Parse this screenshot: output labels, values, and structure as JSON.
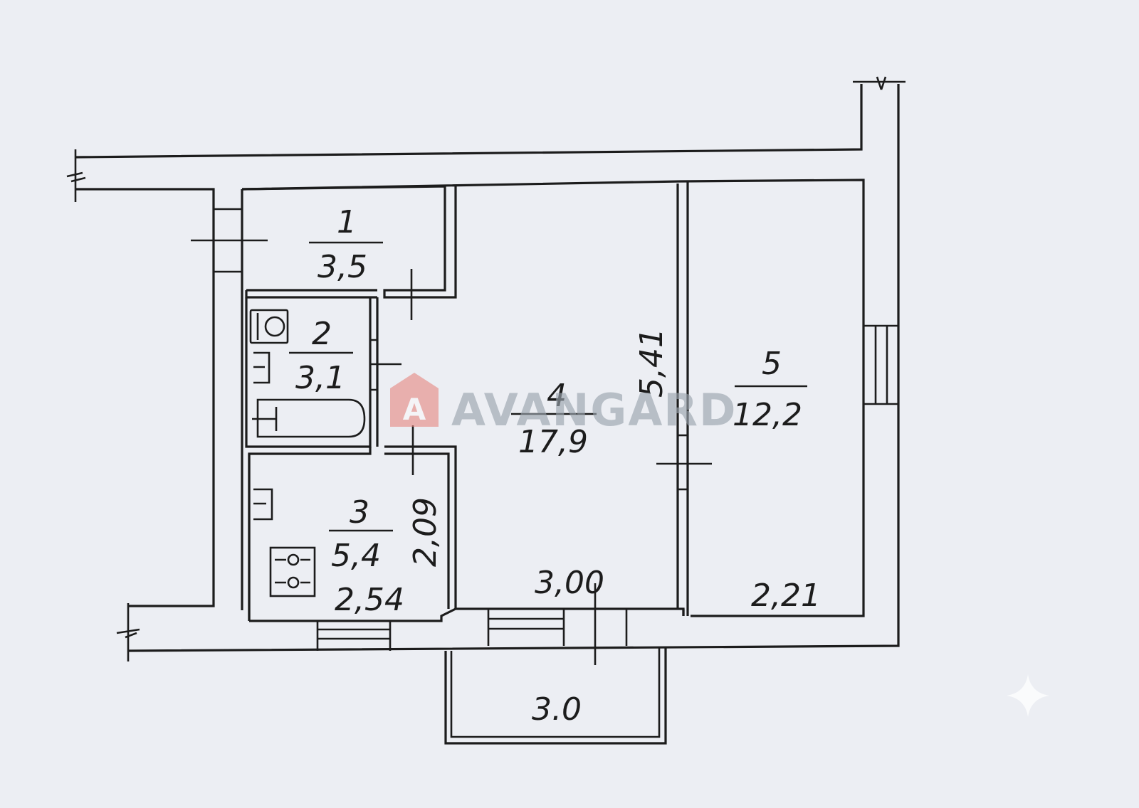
{
  "rooms": [
    {
      "id": "1",
      "number": "1",
      "area": "3,5"
    },
    {
      "id": "2",
      "number": "2",
      "area": "3,1"
    },
    {
      "id": "3",
      "number": "3",
      "area": "5,4"
    },
    {
      "id": "4",
      "number": "4",
      "area": "17,9"
    },
    {
      "id": "5",
      "number": "5",
      "area": "12,2"
    }
  ],
  "dimensions": {
    "kitchen_width": "2,54",
    "kitchen_depth": "2,09",
    "living_width": "3,00",
    "living_depth": "5,41",
    "bedroom_width": "2,21"
  },
  "balcony": {
    "area": "3.0"
  },
  "watermark": {
    "brand": "AVANGARD",
    "logo_letter": "A",
    "color": "#e5867f"
  }
}
